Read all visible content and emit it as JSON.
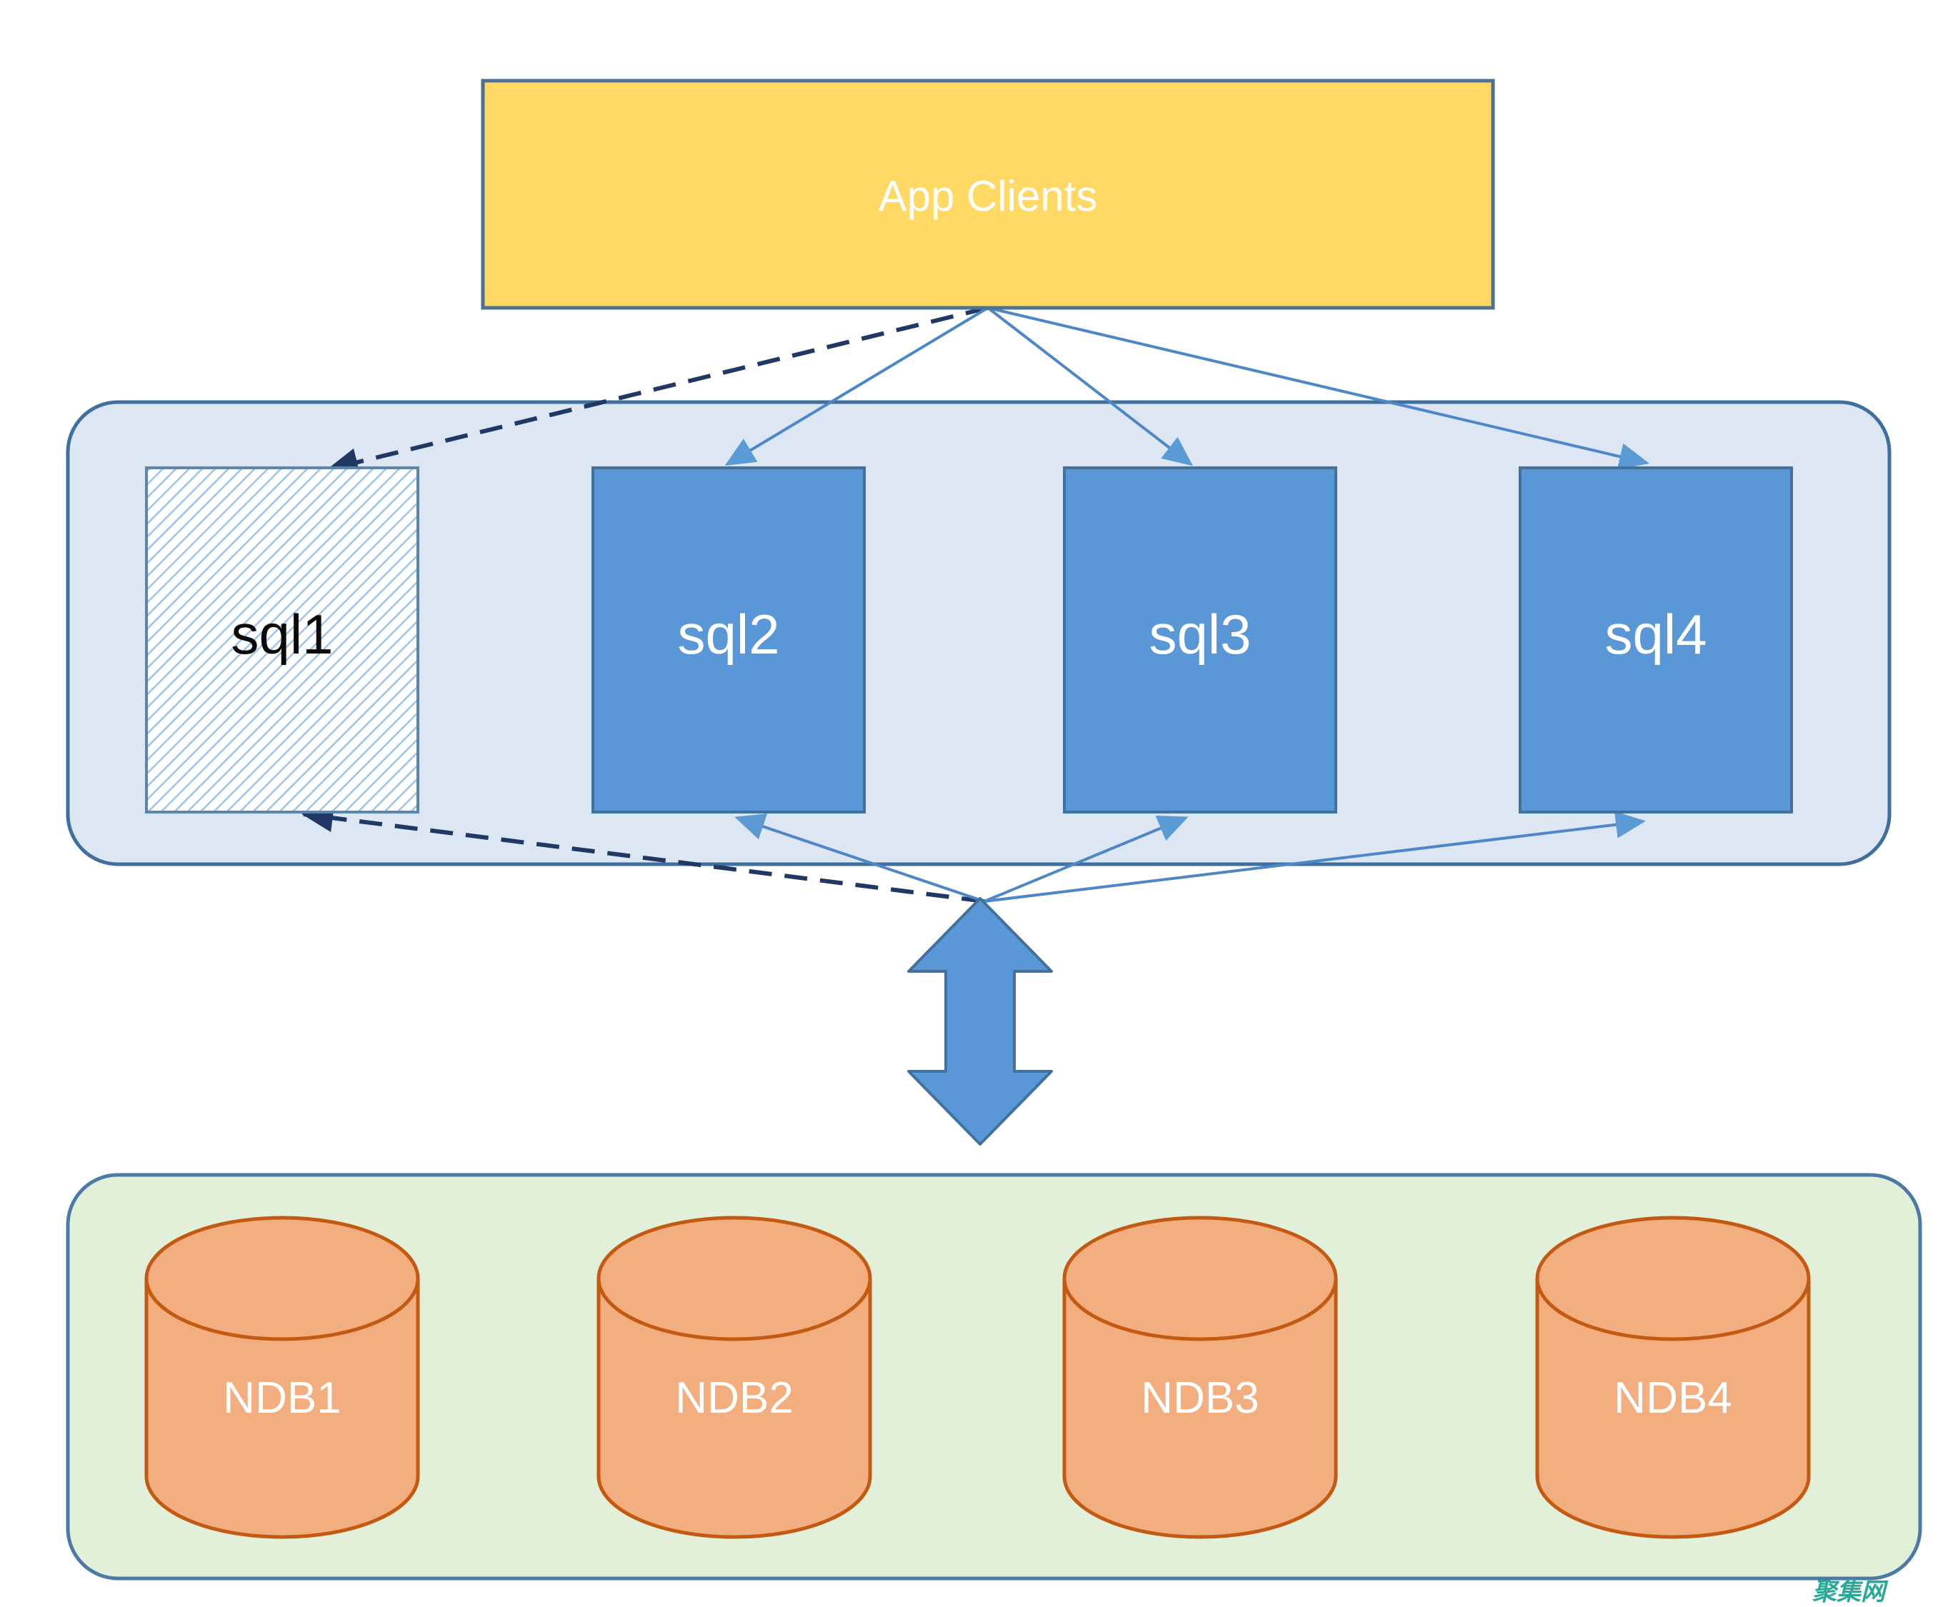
{
  "diagram": {
    "app_clients": {
      "label": "App Clients"
    },
    "sql_tier": {
      "nodes": [
        {
          "id": "sql1",
          "label": "sql1",
          "style": "hatched"
        },
        {
          "id": "sql2",
          "label": "sql2",
          "style": "solid"
        },
        {
          "id": "sql3",
          "label": "sql3",
          "style": "solid"
        },
        {
          "id": "sql4",
          "label": "sql4",
          "style": "solid"
        }
      ]
    },
    "ndb_tier": {
      "nodes": [
        {
          "id": "ndb1",
          "label": "NDB1"
        },
        {
          "id": "ndb2",
          "label": "NDB2"
        },
        {
          "id": "ndb3",
          "label": "NDB3"
        },
        {
          "id": "ndb4",
          "label": "NDB4"
        }
      ]
    },
    "connections": {
      "from_app_clients": [
        {
          "to": "sql1",
          "style": "dashed"
        },
        {
          "to": "sql2",
          "style": "solid"
        },
        {
          "to": "sql3",
          "style": "solid"
        },
        {
          "to": "sql4",
          "style": "solid"
        }
      ],
      "from_ndb_cluster_link": [
        {
          "to": "sql1",
          "style": "dashed"
        },
        {
          "to": "sql2",
          "style": "solid"
        },
        {
          "to": "sql3",
          "style": "solid"
        },
        {
          "to": "sql4",
          "style": "solid"
        }
      ]
    },
    "watermark": {
      "text": "聚集网"
    },
    "colors": {
      "app_clients_fill": "#ffd964",
      "app_clients_border": "#4d7191",
      "sql_tier_fill": "#dce7f3",
      "sql_tier_border": "#3e6f9e",
      "sql_node_fill": "#5997d6",
      "sql_node_border": "#41719c",
      "hatch_stripe": "#9dc3e6",
      "ndb_tier_fill": "#e2efd9",
      "ndb_tier_border": "#4a7aa5",
      "cylinder_fill": "#f2ae7e",
      "cylinder_border": "#c45911",
      "dashed_arrow": "#1f3864",
      "solid_arrow": "#4d87c7",
      "double_arrow_fill": "#5997d6",
      "watermark_color": "#2aa897"
    }
  }
}
